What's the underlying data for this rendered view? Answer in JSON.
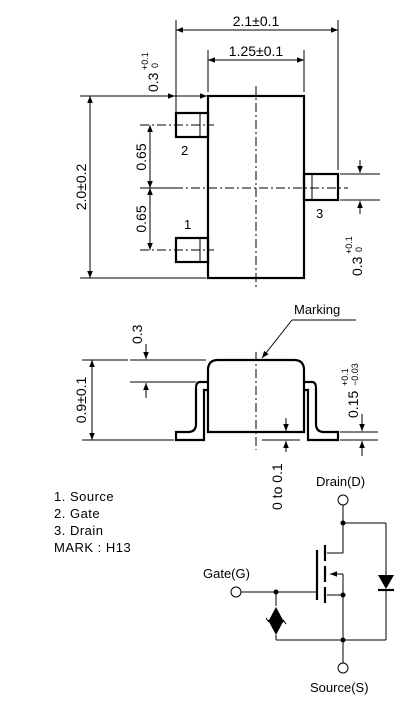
{
  "top_view": {
    "width_total": "2.1±0.1",
    "width_body": "1.25±0.1",
    "lead_len": "0.3",
    "lead_tol_plus": "+0.1",
    "lead_tol_minus": "0",
    "height_total": "2.0±0.2",
    "pitch_upper": "0.65",
    "pitch_lower": "0.65",
    "pin_1": "1",
    "pin_2": "2",
    "pin_3": "3"
  },
  "side_view": {
    "marking_label": "Marking",
    "body_step": "0.3",
    "height": "0.9±0.1",
    "lead_thick": "0.15",
    "lead_thick_plus": "+0.1",
    "lead_thick_minus": "−0.03",
    "standoff": "0 to 0.1"
  },
  "legend": {
    "items": [
      "1. Source",
      "2. Gate",
      "3. Drain"
    ],
    "mark": "MARK : H13"
  },
  "schematic": {
    "drain": "Drain(D)",
    "gate": "Gate(G)",
    "source": "Source(S)"
  }
}
